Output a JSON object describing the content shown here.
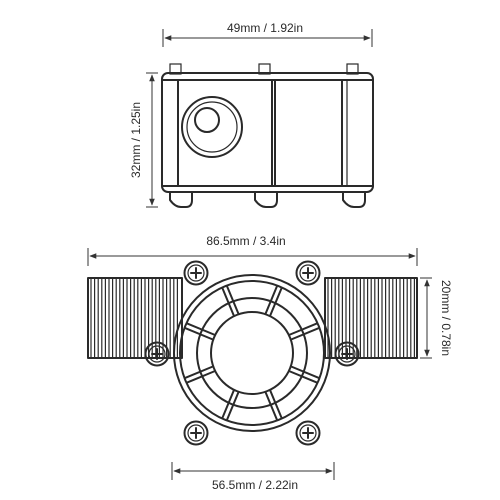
{
  "dimensions": {
    "top_width": "49mm / 1.92in",
    "top_height": "32mm / 1.25in",
    "overall_length": "86.5mm / 3.4in",
    "thread_diameter": "20mm / 0.78in",
    "body_width": "56.5mm / 2.22in"
  }
}
